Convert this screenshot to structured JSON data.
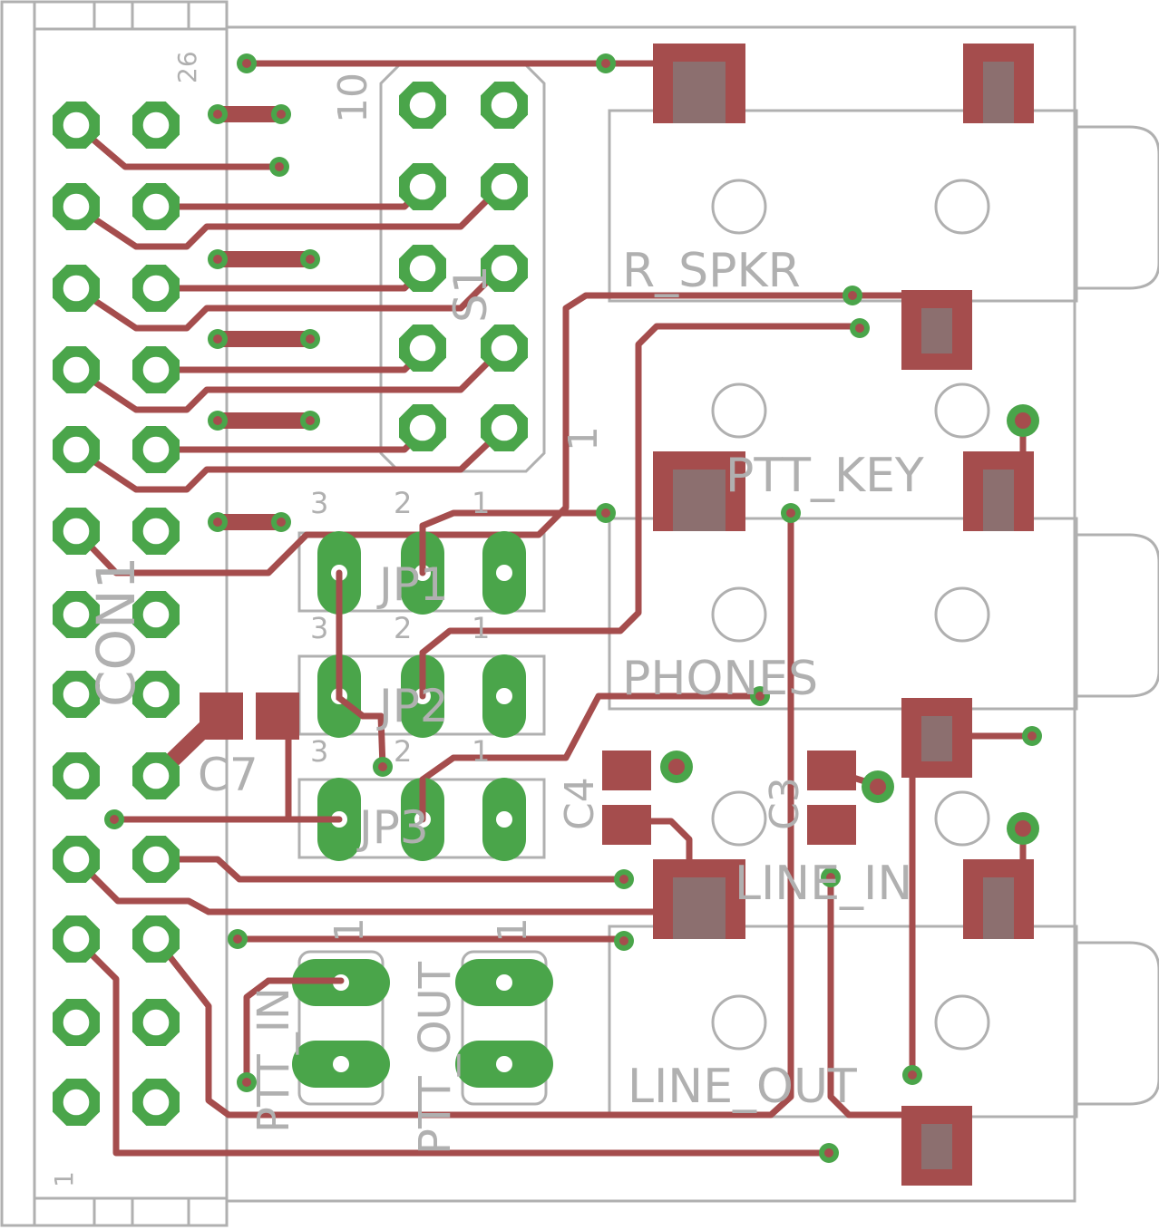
{
  "board": {
    "colors": {
      "background": "#ffffff",
      "copper": "#a54d4d",
      "pad": "#4aa54a",
      "silkscreen": "#b0b0b0",
      "drill": "#ffffff",
      "smd_inner": "#8c6f6f"
    }
  },
  "labels": {
    "con1": "CON1",
    "pin26": "26",
    "pin1": "1",
    "sw_pin10": "10",
    "sw_pin1": "1",
    "s1": "S1",
    "r_spkr": "R_SPKR",
    "ptt_key": "PTT_KEY",
    "phones": "PHONES",
    "line_in": "LINE_IN",
    "line_out": "LINE_OUT",
    "jp1": "JP1",
    "jp2": "JP2",
    "jp3": "JP3",
    "jp1_pin3": "3",
    "jp1_pin2": "2",
    "jp1_pin1": "1",
    "jp2_pin3": "3",
    "jp2_pin2": "2",
    "jp2_pin1": "1",
    "jp3_pin3": "3",
    "jp3_pin2": "2",
    "jp3_pin1": "1",
    "c7": "C7",
    "c4": "C4",
    "c3": "C3",
    "ptt_in": "PTT_IN",
    "ptt_in_pin1": "1",
    "ptt_out": "PTT_OUT",
    "ptt_out_pin1": "1"
  }
}
